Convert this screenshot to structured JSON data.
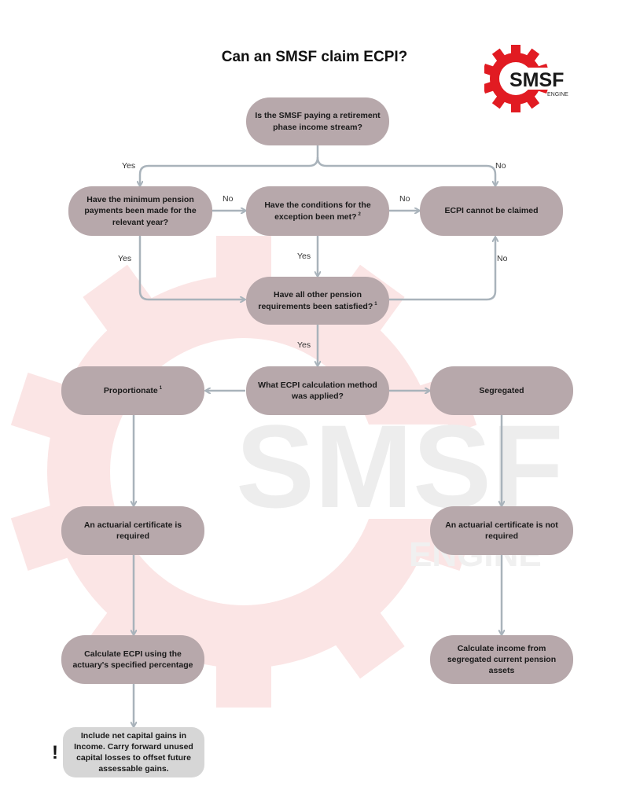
{
  "title": "Can an SMSF claim ECPI?",
  "logo": {
    "brand": "SMSF",
    "sub": "ENGINE"
  },
  "watermark": {
    "brand": "SMSF",
    "sub": "ENGINE"
  },
  "nodes": {
    "q_retirement": "Is the SMSF paying a retirement phase income stream?",
    "q_min_pension": "Have the minimum pension payments been made for the relevant year?",
    "q_exception": "Have the conditions for the exception been met?",
    "q_exception_sup": "2",
    "ecpi_not_claimed": "ECPI cannot be claimed",
    "q_other_reqs": "Have all other pension requirements been satisfied?",
    "q_other_reqs_sup": "1",
    "q_method": "What ECPI calculation method was applied?",
    "proportionate": "Proportionate",
    "proportionate_sup": "1",
    "segregated": "Segregated",
    "actuarial_required": "An actuarial certificate is required",
    "actuarial_not_required": "An actuarial certificate is not required",
    "calc_actuary": "Calculate ECPI using the actuary's specified percentage",
    "calc_segregated": "Calculate income from segregated current pension assets",
    "note_capital_gains": "Include net capital gains in Income.  Carry forward unused capital losses to offset future assessable gains.",
    "note_mark": "!"
  },
  "labels": {
    "yes_top_left": "Yes",
    "no_top_right": "No",
    "no_min_to_exc": "No",
    "no_exc_to_ecpi": "No",
    "yes_min_down": "Yes",
    "yes_exc_down": "Yes",
    "no_other_to_ecpi": "No",
    "yes_other_down": "Yes"
  },
  "colors": {
    "node_fill": "#b7a8ab",
    "note_fill": "#d6d6d6",
    "connector": "#a9b3bb",
    "logo_red": "#e11b22",
    "watermark_red": "#fbe5e5",
    "watermark_grey": "#ededed"
  }
}
